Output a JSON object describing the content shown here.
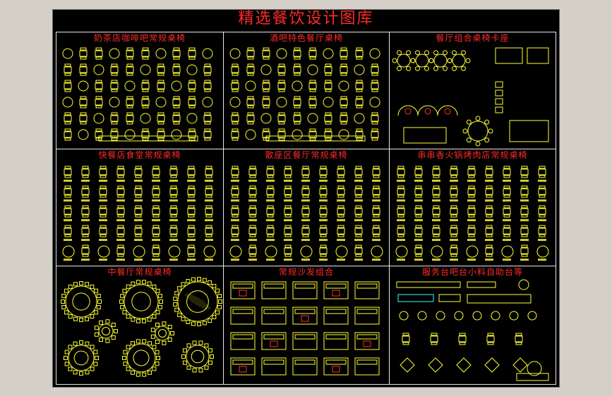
{
  "sheet": {
    "title": "精选餐饮设计图库"
  },
  "panels": [
    {
      "id": "milk-tea-cafe",
      "title": "奶茶店咖啡吧常规桌椅",
      "style": "mixed"
    },
    {
      "id": "bar-themed-restaurant",
      "title": "酒吧特色餐厅桌椅",
      "style": "mixed"
    },
    {
      "id": "booth-combo",
      "title": "餐厅组合桌椅卡座",
      "style": "round"
    },
    {
      "id": "fast-food-canteen",
      "title": "快餐店食堂常规桌椅",
      "style": "grid"
    },
    {
      "id": "open-seating",
      "title": "散座区餐厅常规桌椅",
      "style": "grid"
    },
    {
      "id": "hotpot-bbq",
      "title": "串串香火锅烤肉店常规桌椅",
      "style": "grid"
    },
    {
      "id": "chinese-restaurant",
      "title": "中餐厅常规桌椅",
      "style": "banquet"
    },
    {
      "id": "sofa-sets",
      "title": "常规沙发组合",
      "style": "sofa"
    },
    {
      "id": "service-counters",
      "title": "服务台吧台小料自助台等",
      "style": "counter"
    }
  ],
  "colors": {
    "background": "#000000",
    "frame": "#e8e8e8",
    "title": "#ff2a2a",
    "furniture": "#ffff33",
    "accent_red": "#ff3030",
    "accent_cyan": "#33ffff"
  }
}
